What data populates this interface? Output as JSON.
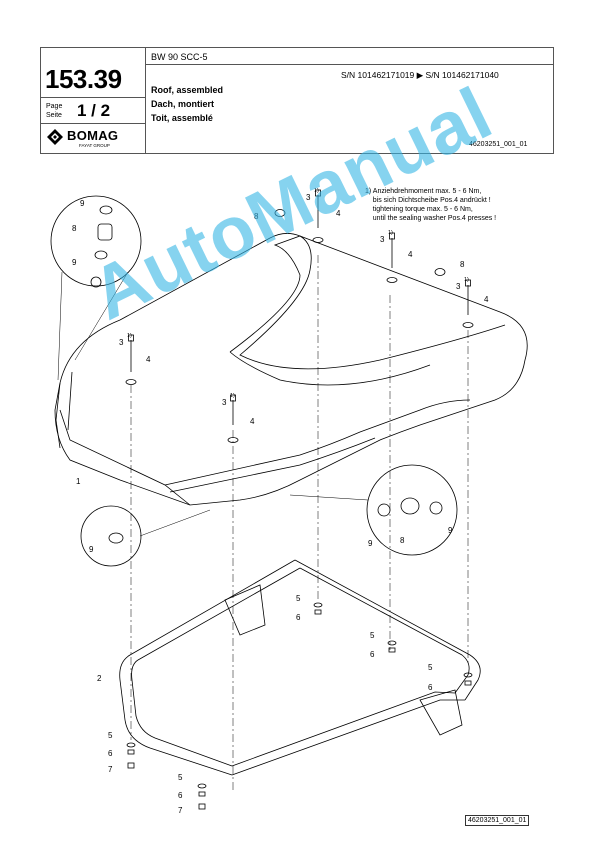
{
  "header": {
    "doc_number": "153.39",
    "page_label_en": "Page",
    "page_label_de": "Seite",
    "page_value": "1 / 2",
    "brand": "BOMAG",
    "brand_sub": "FAYAT GROUP",
    "model": "BW 90 SCC-5",
    "serial_range": "S/N 101462171019  ▶  S/N 101462171040",
    "title_en": "Roof, assembled",
    "title_de": "Dach, montiert",
    "title_fr": "Toit, assemblé",
    "reference": "46203251_001_01"
  },
  "note": "1) Anziehdrehmoment max. 5 - 6 Nm,\n    bis sich Dichtscheibe Pos.4 andrückt !\n    tightening torque max. 5 - 6 Nm,\n    until the sealing washer Pos.4 presses !",
  "callouts": {
    "c1": "1",
    "c2": "2",
    "c3": "3",
    "c4": "4",
    "c5": "5",
    "c6": "6",
    "c7": "7",
    "c8": "8",
    "c9": "9",
    "sup1": "1)"
  },
  "watermark": "AutoManual",
  "footer_reference": "46203251_001_01"
}
